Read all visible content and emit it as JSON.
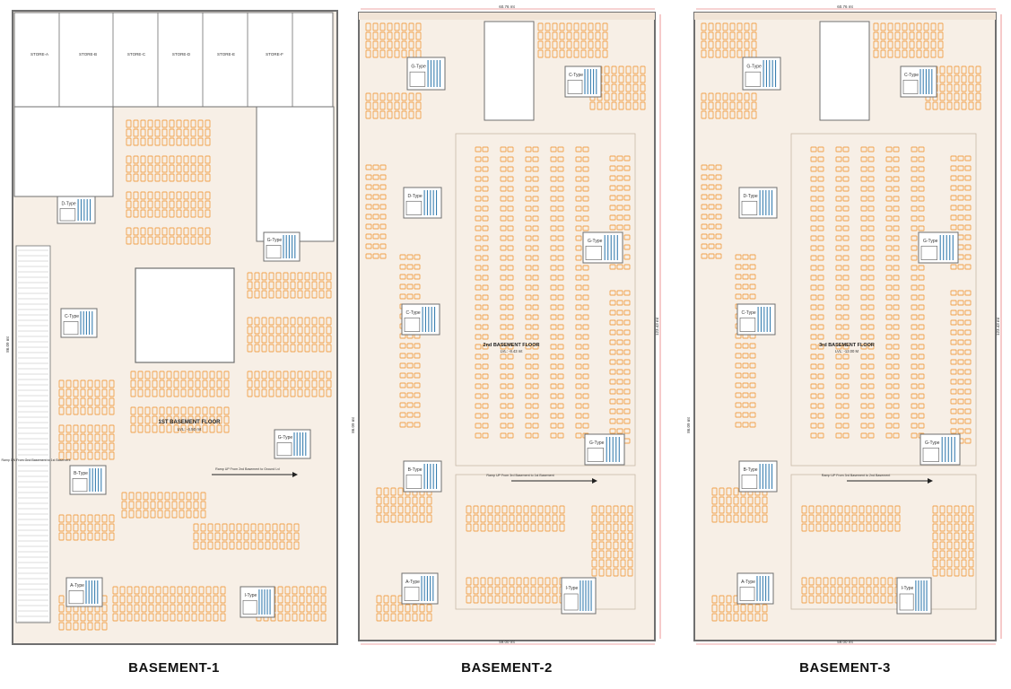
{
  "colors": {
    "wall": "#6f6f6f",
    "floor": "#f7efe6",
    "floor_shade": "#f1e4d6",
    "parking": "#f0a04b",
    "core": "#3a7fb0",
    "dim_line": "#e05050",
    "store_fill": "#ffffff"
  },
  "panels": [
    {
      "id": "b1",
      "caption": "BASEMENT-1",
      "plan_title": "1ST BASEMENT FLOOR",
      "plan_level": "LVL: -4.50 mt",
      "dim_side": "86.09 mt",
      "ramp_labels": [
        "Ramp UP From 2nd Basement to Ground Lvl",
        "Ramp DN From Gnd Basement to 1st Basement"
      ],
      "store_labels": [
        "STORE-A",
        "STORE-B",
        "STORE-C",
        "STORE-D",
        "STORE-E",
        "STORE-F"
      ],
      "core_labels": [
        "C-Type",
        "G-Type",
        "D-Type",
        "B-Type",
        "A-Type",
        "I-Type"
      ]
    },
    {
      "id": "b2",
      "caption": "BASEMENT-2",
      "plan_title": "2nd BASEMENT FLOOR",
      "plan_level": "LVL: -8.43 mt",
      "dim_top": "60.76 mt",
      "dim_bottom": "59.00 mt",
      "dim_side": "86.09 mt",
      "dim_right": "123.43 mt",
      "ramp_labels": [
        "Ramp UP From 3rd Basement to 1st Basement"
      ],
      "core_labels": [
        "C-Type",
        "G-Type",
        "D-Type",
        "B-Type",
        "A-Type",
        "I-Type"
      ]
    },
    {
      "id": "b3",
      "caption": "BASEMENT-3",
      "plan_title": "3rd BASEMENT FLOOR",
      "plan_level": "LVL: -12.00 M",
      "dim_top": "60.76 mt",
      "dim_bottom": "59.00 mt",
      "dim_side": "86.09 mt",
      "dim_right": "123.43 mt",
      "ramp_labels": [
        "Ramp UP From 3rd Basement to 2nd Basement"
      ],
      "core_labels": [
        "C-Type",
        "G-Type",
        "D-Type",
        "B-Type",
        "A-Type",
        "I-Type"
      ]
    }
  ]
}
